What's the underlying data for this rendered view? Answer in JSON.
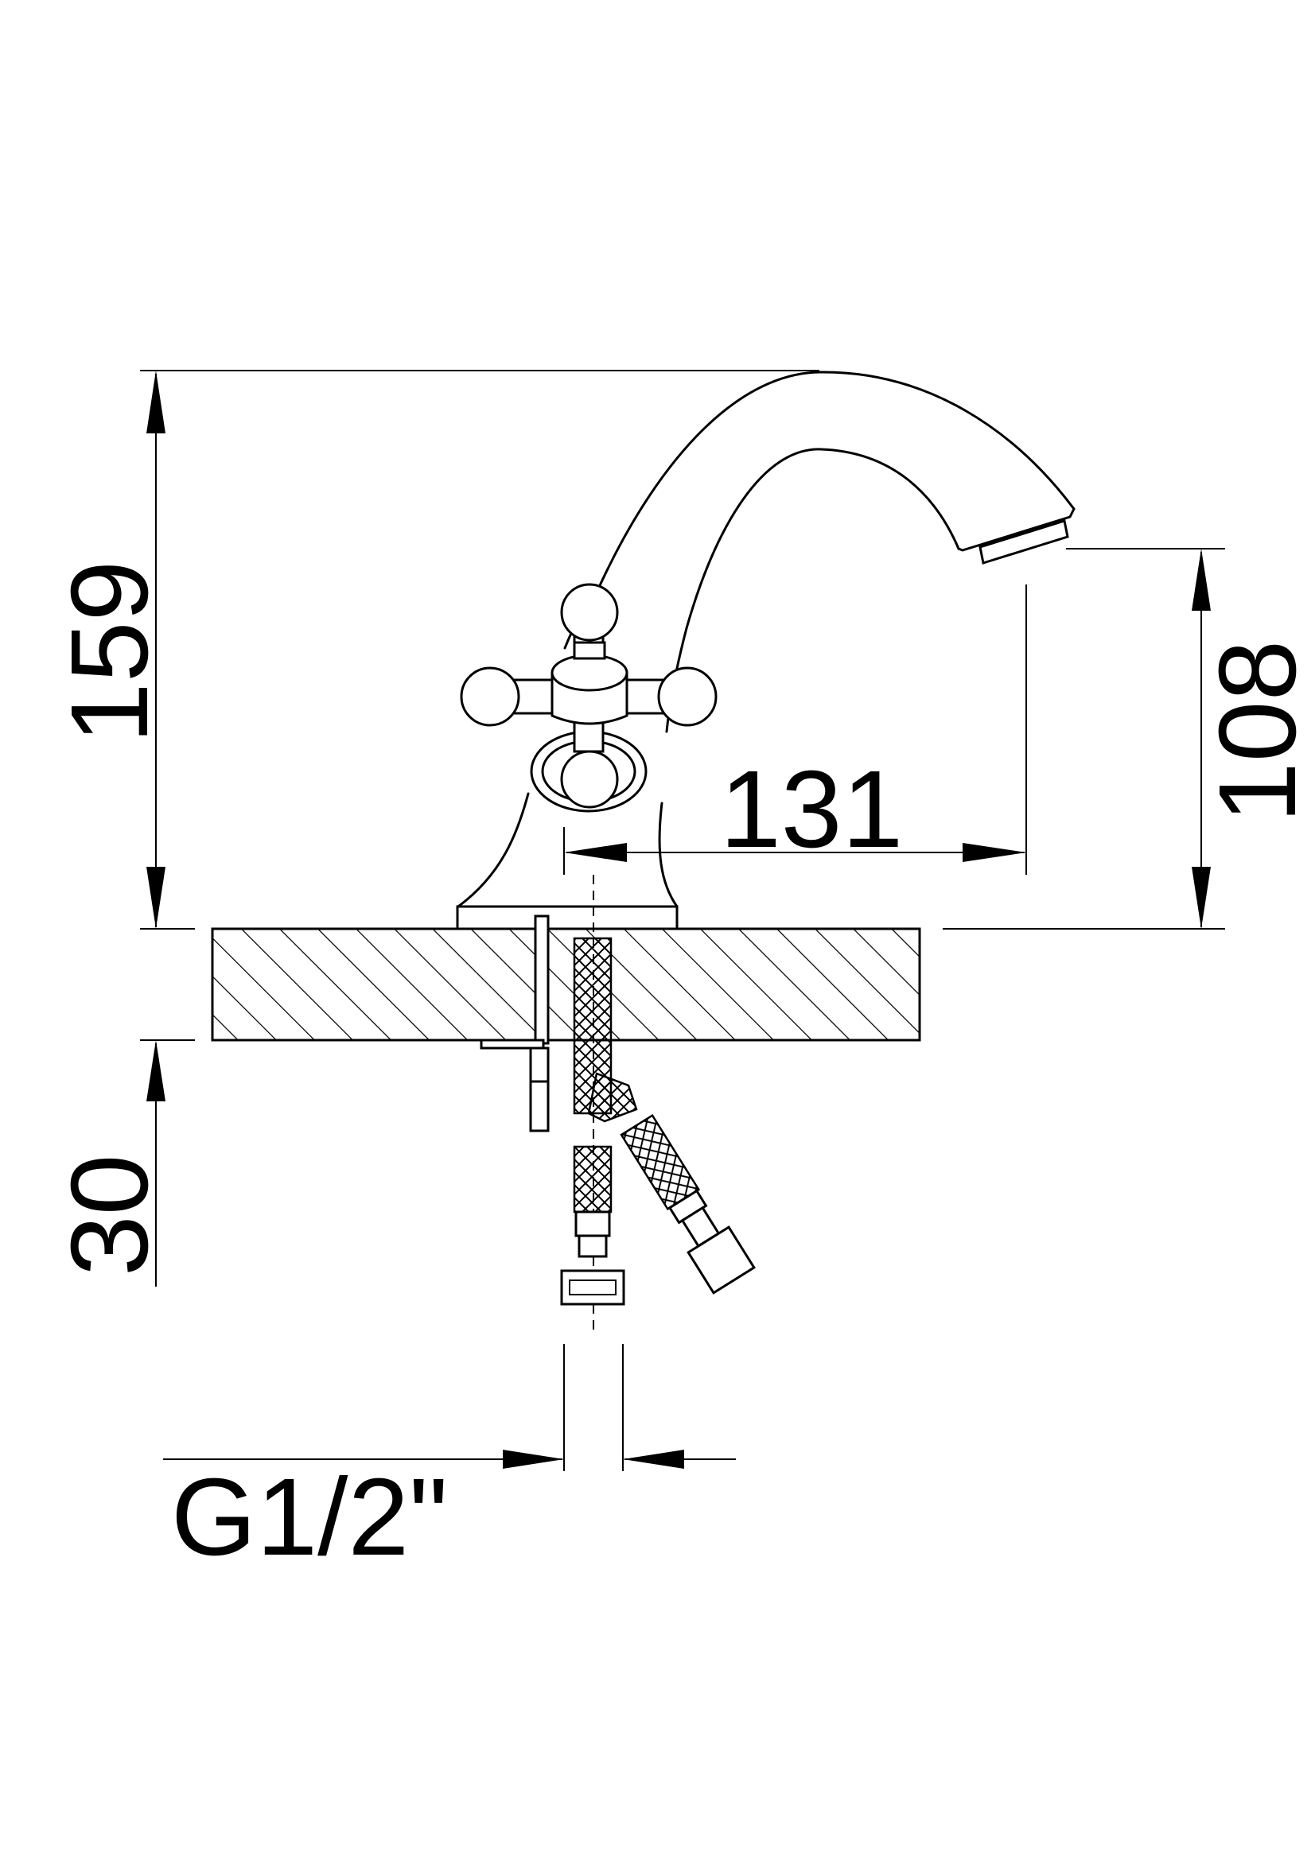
{
  "drawing": {
    "dimensions": {
      "total_height": "159",
      "spout_height": "108",
      "spout_reach": "131",
      "below_deck": "30",
      "connection_thread": "G1/2\""
    }
  }
}
